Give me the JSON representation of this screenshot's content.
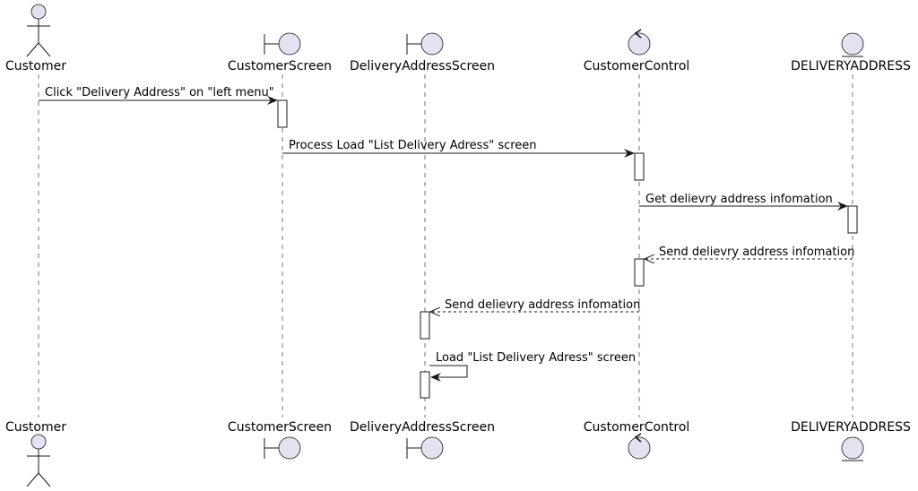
{
  "participants": [
    {
      "id": "customer",
      "name": "Customer",
      "kind": "actor"
    },
    {
      "id": "customer_screen",
      "name": "CustomerScreen",
      "kind": "boundary"
    },
    {
      "id": "delivery_address_screen",
      "name": "DeliveryAddressScreen",
      "kind": "boundary"
    },
    {
      "id": "customer_control",
      "name": "CustomerControl",
      "kind": "control"
    },
    {
      "id": "delivery_address",
      "name": "DELIVERYADDRESS",
      "kind": "entity"
    }
  ],
  "messages": [
    {
      "from": "customer",
      "to": "customer_screen",
      "label": "Click \"Delivery Address\" on \"left menu\"",
      "style": "sync"
    },
    {
      "from": "customer_screen",
      "to": "customer_control",
      "label": "Process Load \"List Delivery Adress\" screen",
      "style": "sync"
    },
    {
      "from": "customer_control",
      "to": "delivery_address",
      "label": "Get delievry address infomation",
      "style": "sync"
    },
    {
      "from": "delivery_address",
      "to": "customer_control",
      "label": "Send delievry address infomation",
      "style": "return"
    },
    {
      "from": "customer_control",
      "to": "delivery_address_screen",
      "label": "Send delievry address infomation",
      "style": "return"
    },
    {
      "from": "delivery_address_screen",
      "to": "delivery_address_screen",
      "label": "Load \"List Delivery Adress\" screen",
      "style": "self"
    }
  ],
  "colors": {
    "participant_fill": "#e2e2f0",
    "stroke": "#181818",
    "activation_fill": "#ffffff"
  }
}
